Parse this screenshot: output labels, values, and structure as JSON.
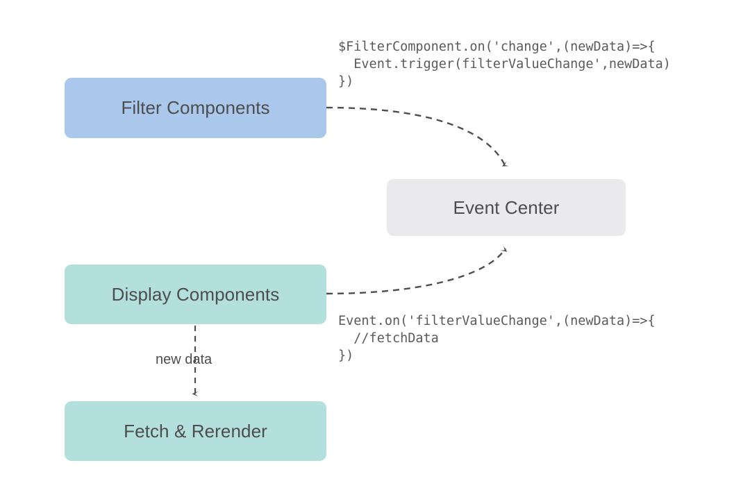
{
  "diagram": {
    "title": "Event Center pub/sub flow",
    "background": "#ffffff",
    "nodes": [
      {
        "id": "filter-components",
        "label": "Filter Components",
        "color": "#aac8ec",
        "text_color": "#4d4d4d"
      },
      {
        "id": "event-center",
        "label": "Event Center",
        "color": "#eaeaec",
        "text_color": "#4d4d4d"
      },
      {
        "id": "display-components",
        "label": "Display Components",
        "color": "#b3e0dc",
        "text_color": "#4d4d4d"
      },
      {
        "id": "fetch-rerender",
        "label": "Fetch & Rerender",
        "color": "#b3e0dc",
        "text_color": "#4d4d4d"
      }
    ],
    "code_annotations": [
      {
        "id": "trigger-snippet",
        "near": "filter-components",
        "text": "$FilterComponent.on('change',(newData)=>{\n  Event.trigger(filterValueChange',newData)\n})"
      },
      {
        "id": "listen-snippet",
        "near": "display-components",
        "text": "Event.on('filterValueChange',(newData)=>{\n  //fetchData\n})"
      }
    ],
    "edges": [
      {
        "id": "filter-to-event-center",
        "from": "filter-components",
        "to": "event-center",
        "style": "dashed-curved",
        "label": "",
        "color": "#4d4d4d"
      },
      {
        "id": "display-to-event-center",
        "from": "display-components",
        "to": "event-center",
        "style": "dashed-curved",
        "label": "",
        "color": "#4d4d4d"
      },
      {
        "id": "display-to-fetch",
        "from": "display-components",
        "to": "fetch-rerender",
        "style": "dashed-straight",
        "label": "new data",
        "color": "#4d4d4d"
      }
    ]
  }
}
